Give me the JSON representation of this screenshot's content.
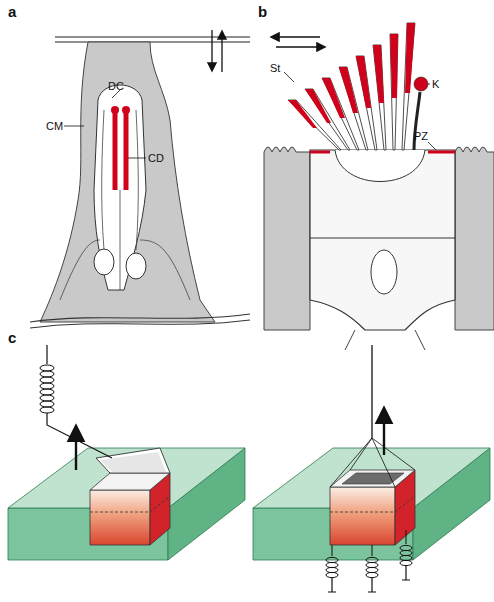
{
  "diagram": {
    "labels": [
      "a",
      "b",
      "c",
      "CM",
      "DC",
      "CD",
      "St",
      "K",
      "PZ"
    ]
  }
}
